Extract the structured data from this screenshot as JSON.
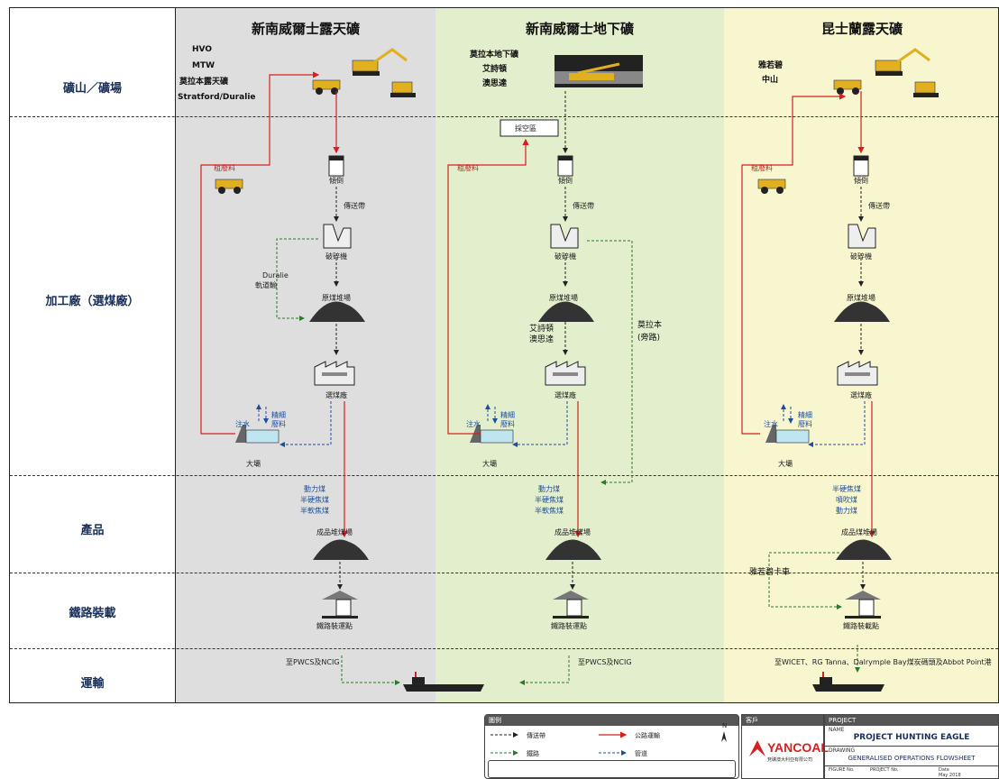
{
  "columns": [
    {
      "title": "新南威爾士露天礦"
    },
    {
      "title": "新南威爾士地下礦"
    },
    {
      "title": "昆士蘭露天礦"
    }
  ],
  "rows": {
    "mine": "礦山／礦場",
    "plant": "加工廠（選煤廠）",
    "product": "產品",
    "rail": "鐵路裝載",
    "transport": "運輸"
  },
  "col1": {
    "mines": [
      "HVO",
      "MTW",
      "莫拉本露天礦",
      "Stratford/Duralie"
    ],
    "reject": "粗廢料",
    "tipple": "傾倒",
    "conveyor": "傳送帶",
    "crusher": "破碎機",
    "duralie": [
      "Duralie",
      "軌道輸"
    ],
    "rom": "原煤堆場",
    "prep": "選煤廠",
    "water": "注水",
    "fines": [
      "精細",
      "廢料"
    ],
    "dam": "大壩",
    "products": [
      "動力煤",
      "半硬焦煤",
      "半軟焦煤"
    ],
    "stockpile": "成品堆煤場",
    "loadout": "鐵路裝運點",
    "dest": "至PWCS及NCIG"
  },
  "col2": {
    "mines": [
      "莫拉本地下礦",
      "艾詩頓",
      "澳思達"
    ],
    "goaf": "採空區",
    "reject": "粗廢料",
    "tipple": "傾倒",
    "conveyor": "傳送帶",
    "crusher": "破碎機",
    "rom": "原煤堆場",
    "ashton": [
      "艾詩頓",
      "澳思達"
    ],
    "bypass": [
      "莫拉本",
      "(旁路)"
    ],
    "prep": "選煤廠",
    "water": "注水",
    "fines": [
      "精細",
      "廢料"
    ],
    "dam": "大壩",
    "products": [
      "動力煤",
      "半硬焦煤",
      "半軟焦煤"
    ],
    "stockpile": "成品堆煤場",
    "loadout": "鐵路裝運點",
    "dest": "至PWCS及NCIG"
  },
  "col3": {
    "mines": [
      "雅若碧",
      "中山"
    ],
    "reject": "粗廢料",
    "tipple": "傾倒",
    "conveyor": "傳送帶",
    "crusher": "破碎機",
    "rom": "原煤堆場",
    "prep": "選煤廠",
    "water": "注水",
    "fines": [
      "精細",
      "廢料"
    ],
    "dam": "大壩",
    "products": [
      "半硬焦煤",
      "噴吹煤",
      "動力煤"
    ],
    "stockpile": "成品煤堆場",
    "truck": "雅若碧卡車",
    "loadout": "鐵路裝載點",
    "dest": "至WICET、RG Tanna、Dalrymple Bay煤炭碼頭及Abbot Point港"
  },
  "legend": {
    "title": "圖例",
    "items": [
      "傳送帶",
      "公路運輸",
      "鐵路",
      "管道"
    ],
    "north": "N"
  },
  "client": {
    "title": "客戶",
    "brand": "YANCOAL",
    "sub": "兗礦澳大利亞有限公司"
  },
  "project": {
    "title": "PROJECT",
    "name_label": "NAME",
    "name": "PROJECT HUNTING EAGLE",
    "drawing_label": "DRAWING",
    "drawing": "GENERALISED OPERATIONS FLOWSHEET",
    "figure_label": "FIGURE No.",
    "project_label": "PROJECT No.",
    "date_label": "Date",
    "date": "May 2018"
  },
  "colors": {
    "conveyor": "#333333",
    "road": "#d42020",
    "rail": "#2a7a2a",
    "pipe": "#1c4fa0"
  }
}
